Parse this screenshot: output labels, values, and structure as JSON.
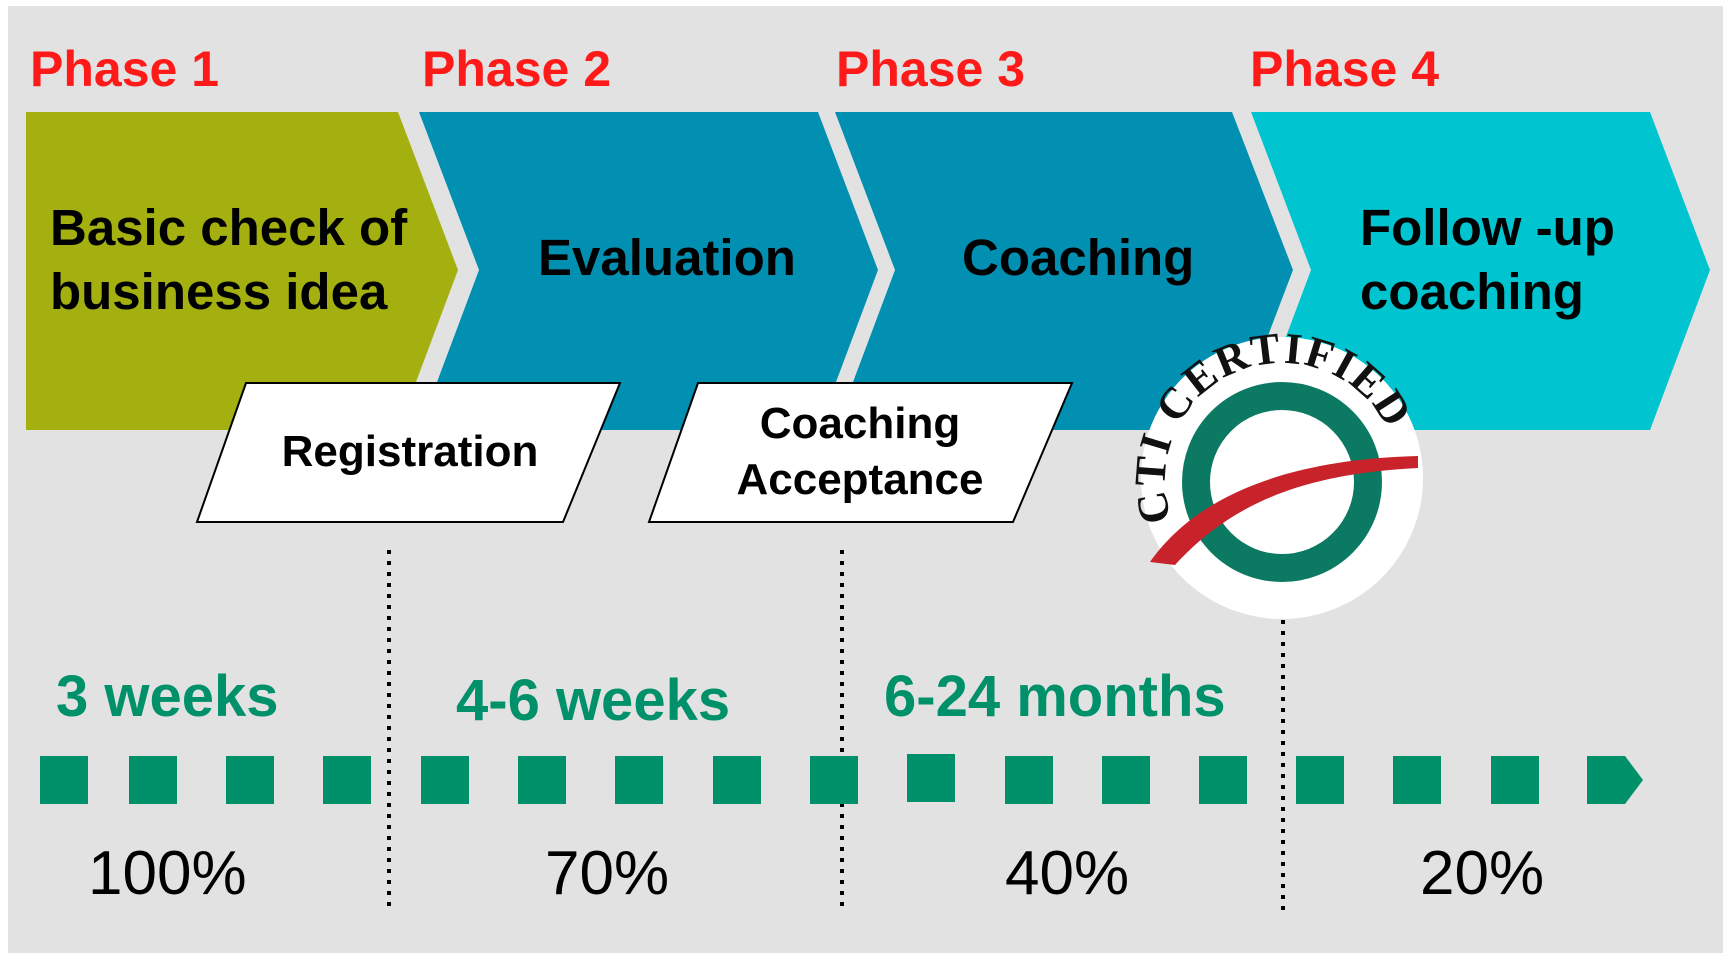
{
  "phases": [
    {
      "label": "Phase 1",
      "title_lines": [
        "Basic check of",
        "business idea"
      ],
      "color": "#a3b010"
    },
    {
      "label": "Phase 2",
      "title_lines": [
        "Evaluation"
      ],
      "color": "#0290b2"
    },
    {
      "label": "Phase 3",
      "title_lines": [
        "Coaching"
      ],
      "color": "#0290b2"
    },
    {
      "label": "Phase 4",
      "title_lines": [
        "Follow -up",
        "coaching"
      ],
      "color": "#00c4cf"
    }
  ],
  "gates": [
    {
      "lines": [
        "Registration"
      ]
    },
    {
      "lines": [
        "Coaching",
        "Acceptance"
      ]
    }
  ],
  "certification_badge": {
    "icon": "cti-certified-seal-icon",
    "text": "CTI CERTIFIED"
  },
  "durations": [
    "3 weeks",
    "4-6 weeks",
    "6-24 months"
  ],
  "percentages": [
    "100%",
    "70%",
    "40%",
    "20%"
  ],
  "colors": {
    "phase_label": "#ff1a1a",
    "timeline": "#00906a",
    "background": "#e2e2e2"
  }
}
